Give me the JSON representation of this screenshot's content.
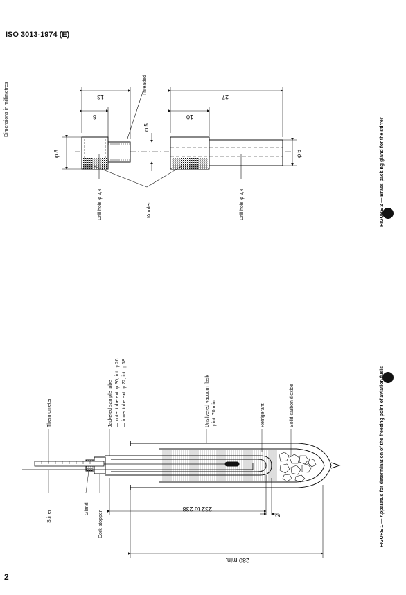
{
  "header": {
    "standard": "ISO 3013-1974 (E)"
  },
  "page_number": "2",
  "note": "Dimensions in millimetres",
  "figure2": {
    "caption": "FIGURE 2 — Brass packing gland for the stirrer",
    "labels": {
      "threaded": "Threaded",
      "knurled": "Knurled",
      "drill_left": "Drill hole φ 2,4",
      "drill_right": "Drill hole φ 2,4",
      "dia8": "φ 8",
      "dia5": "φ 5",
      "dia6": "φ 6",
      "d13": "13",
      "d6": "6",
      "d27": "27",
      "d10": "10"
    }
  },
  "figure1": {
    "caption": "FIGURE 1 — Apparatus for determination of the freezing point of aviation fuels",
    "labels": {
      "stirrer": "Stirrer",
      "gland": "Gland",
      "cork": "Cork stopper",
      "thermometer": "Thermometer",
      "jacket1": "Jacketed sample tube",
      "jacket2": "—  outer tube ext. φ 30, int. φ 26",
      "jacket3": "—  inner tube ext. φ 22, int. φ 18",
      "flask1": "Unsilvered vacuum flask",
      "flask2": "φ int. 70 min.",
      "refrigerant": "Refrigerant",
      "co2": "Solid carbon dioxide",
      "d232": "232 to 238",
      "d2": "2",
      "d280": "280 min."
    }
  }
}
